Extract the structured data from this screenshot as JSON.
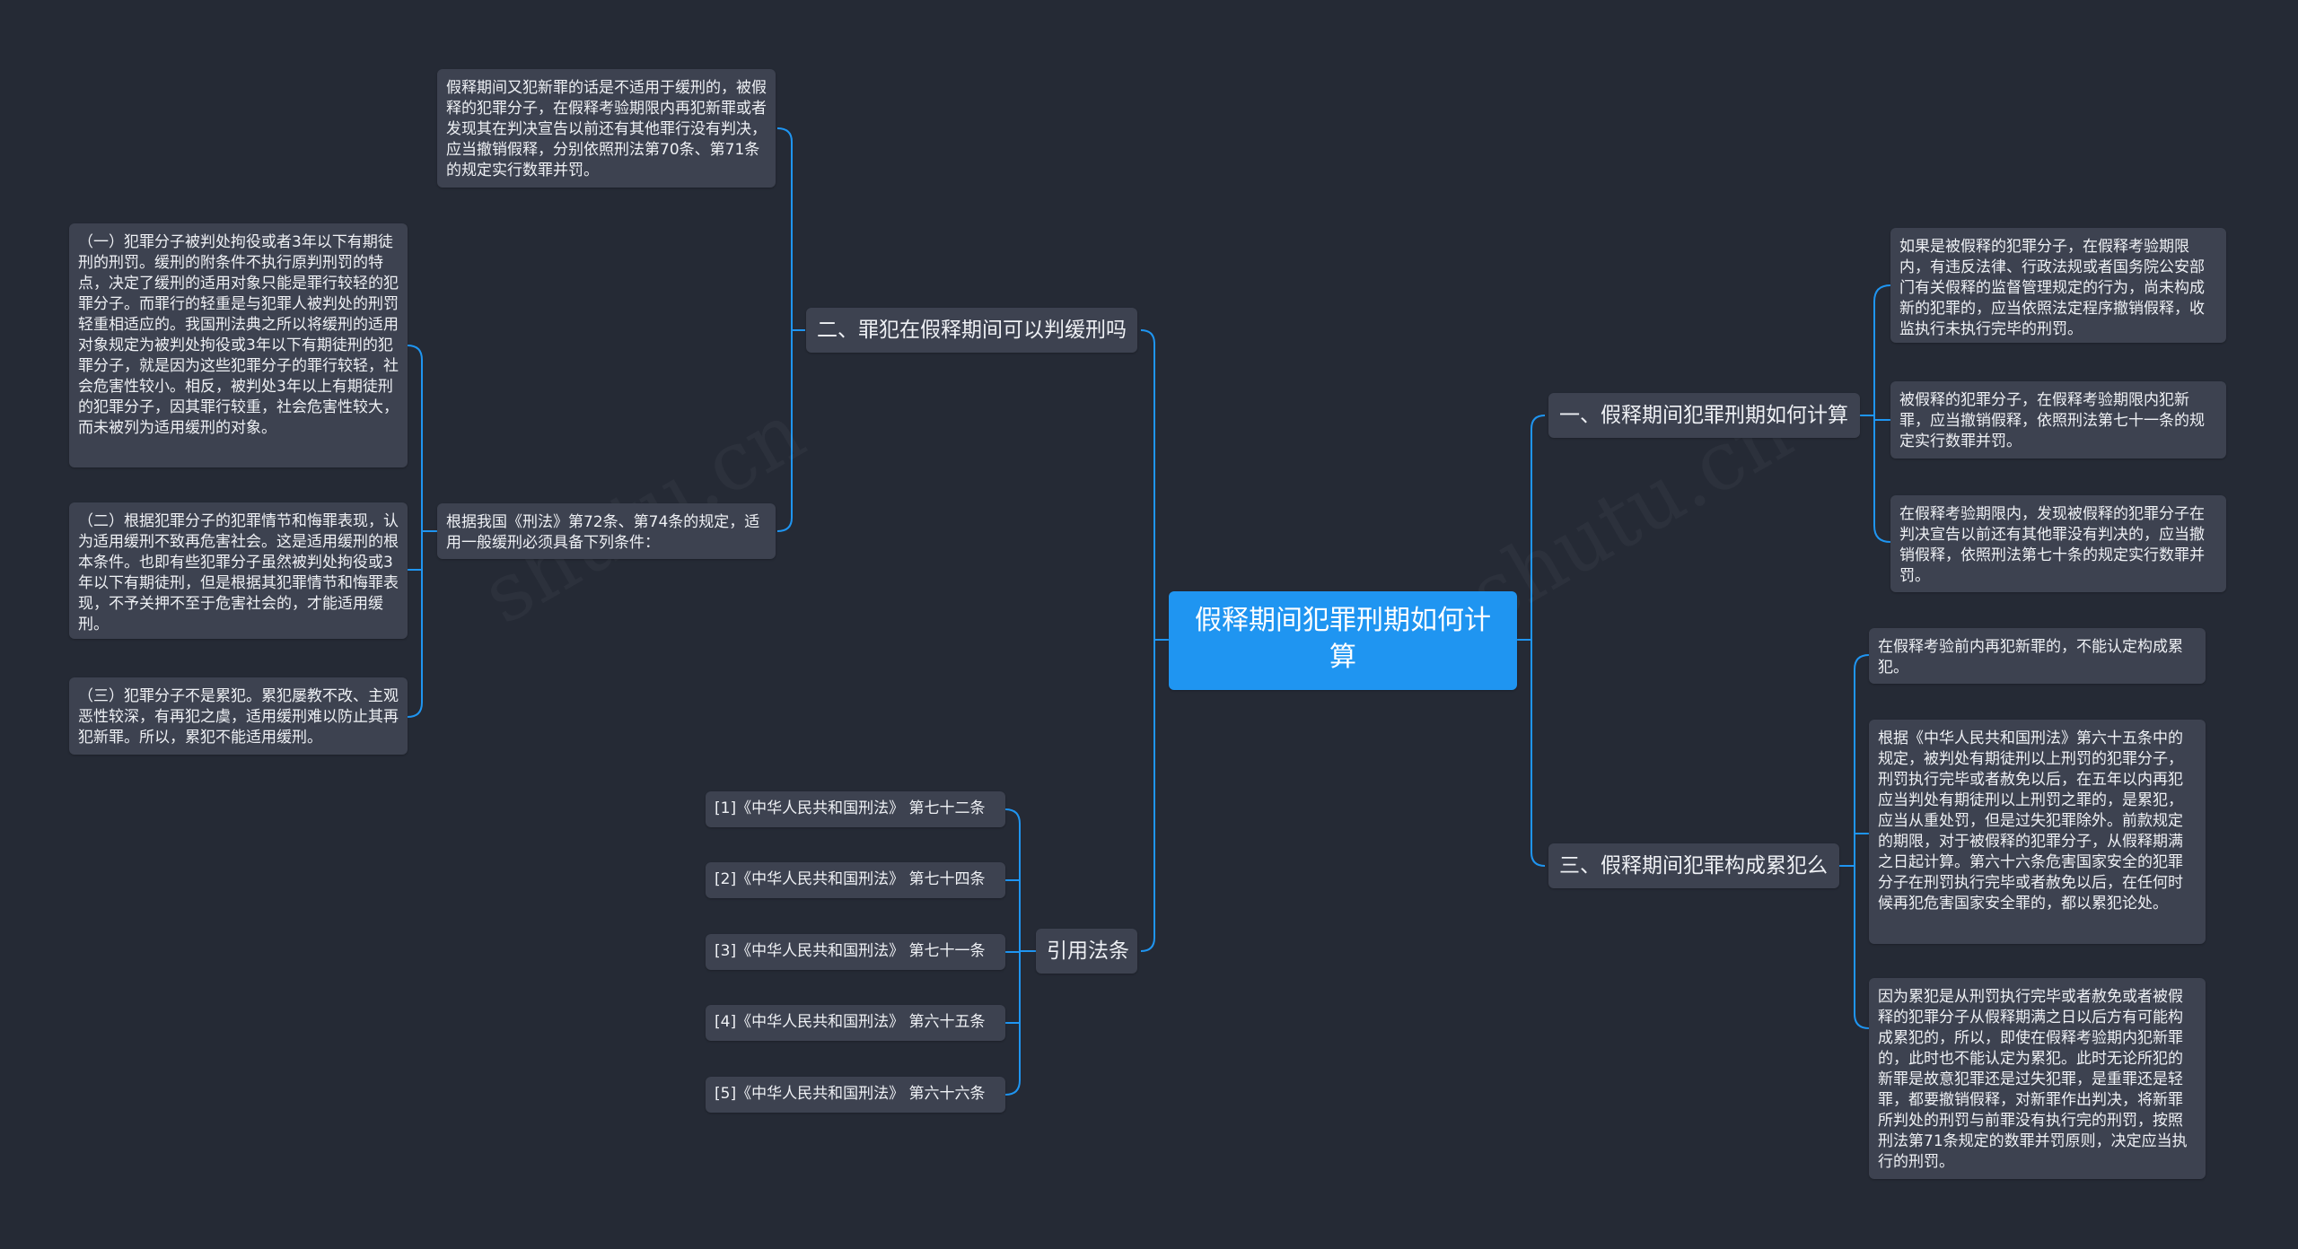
{
  "root": {
    "title": "假释期间犯罪刑期如何计算"
  },
  "branches": {
    "b1": "一、假释期间犯罪刑期如何计算",
    "b2": "二、罪犯在假释期间可以判缓刑吗",
    "b3": "三、假释期间犯罪构成累犯么",
    "b4": "引用法条"
  },
  "b1_items": [
    "如果是被假释的犯罪分子，在假释考验期限内，有违反法律、行政法规或者国务院公安部门有关假释的监督管理规定的行为，尚未构成新的犯罪的，应当依照法定程序撤销假释，收监执行未执行完毕的刑罚。",
    "被假释的犯罪分子，在假释考验期限内犯新罪，应当撤销假释，依照刑法第七十一条的规定实行数罪并罚。",
    "在假释考验期限内，发现被假释的犯罪分子在判决宣告以前还有其他罪没有判决的，应当撤销假释，依照刑法第七十条的规定实行数罪并罚。"
  ],
  "b2_items": {
    "top": "假释期间又犯新罪的话是不适用于缓刑的，被假释的犯罪分子，在假释考验期限内再犯新罪或者发现其在判决宣告以前还有其他罪行没有判决，应当撤销假释，分别依照刑法第70条、第71条的规定实行数罪并罚。",
    "mid": "根据我国《刑法》第72条、第74条的规定，适用一般缓刑必须具备下列条件：",
    "conditions": [
      "（一）犯罪分子被判处拘役或者3年以下有期徒刑的刑罚。缓刑的附条件不执行原判刑罚的特点，决定了缓刑的适用对象只能是罪行较轻的犯罪分子。而罪行的轻重是与犯罪人被判处的刑罚轻重相适应的。我国刑法典之所以将缓刑的适用对象规定为被判处拘役或3年以下有期徒刑的犯罪分子，就是因为这些犯罪分子的罪行较轻，社会危害性较小。相反，被判处3年以上有期徒刑的犯罪分子，因其罪行较重，社会危害性较大，而未被列为适用缓刑的对象。",
      "（二）根据犯罪分子的犯罪情节和悔罪表现，认为适用缓刑不致再危害社会。这是适用缓刑的根本条件。也即有些犯罪分子虽然被判处拘役或3年以下有期徒刑，但是根据其犯罪情节和悔罪表现，不予关押不至于危害社会的，才能适用缓刑。",
      "（三）犯罪分子不是累犯。累犯屡教不改、主观恶性较深，有再犯之虞，适用缓刑难以防止其再犯新罪。所以，累犯不能适用缓刑。"
    ]
  },
  "b3_items": [
    "在假释考验前内再犯新罪的，不能认定构成累犯。",
    "根据《中华人民共和国刑法》第六十五条中的规定，被判处有期徒刑以上刑罚的犯罪分子，刑罚执行完毕或者赦免以后，在五年以内再犯应当判处有期徒刑以上刑罚之罪的，是累犯，应当从重处罚，但是过失犯罪除外。前款规定的期限，对于被假释的犯罪分子，从假释期满之日起计算。第六十六条危害国家安全的犯罪分子在刑罚执行完毕或者赦免以后，在任何时候再犯危害国家安全罪的，都以累犯论处。",
    "因为累犯是从刑罚执行完毕或者赦免或者被假释的犯罪分子从假释期满之日以后方有可能构成累犯的，所以，即使在假释考验期内犯新罪的，此时也不能认定为累犯。此时无论所犯的新罪是故意犯罪还是过失犯罪，是重罪还是轻罪，都要撤销假释，对新罪作出判决，将新罪所判处的刑罚与前罪没有执行完的刑罚，按照刑法第71条规定的数罪并罚原则，决定应当执行的刑罚。"
  ],
  "b4_items": [
    "[1]《中华人民共和国刑法》 第七十二条",
    "[2]《中华人民共和国刑法》 第七十四条",
    "[3]《中华人民共和国刑法》 第七十一条",
    "[4]《中华人民共和国刑法》 第六十五条",
    "[5]《中华人民共和国刑法》 第六十六条"
  ],
  "colors": {
    "root": "#1f95f1",
    "node": "#3d4250",
    "line": "#1f95f1",
    "background": "#252a35"
  }
}
